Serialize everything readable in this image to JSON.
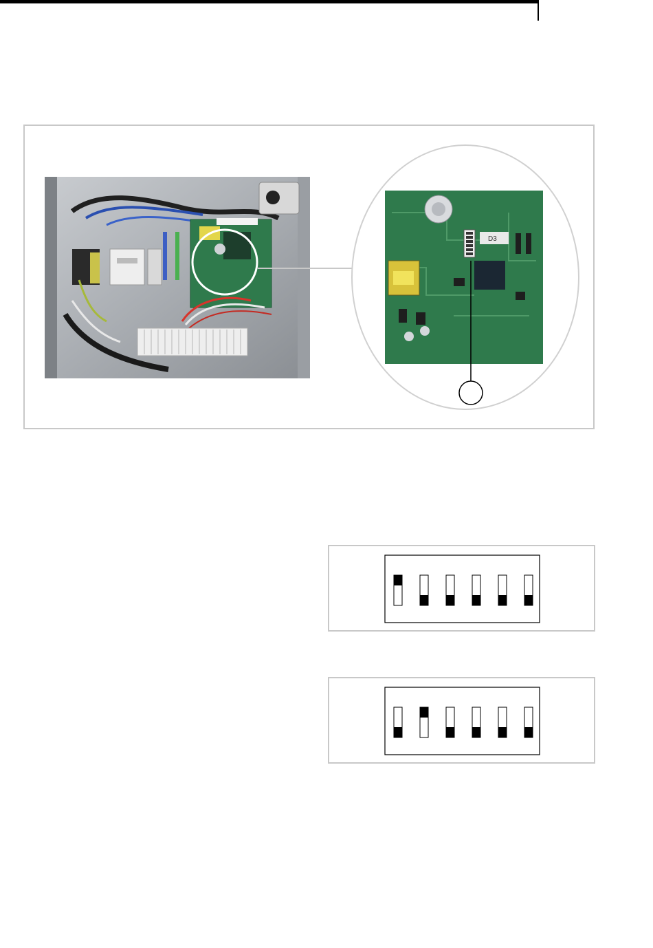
{
  "figure": {
    "zoom_callout_label": "",
    "board_label": "D3"
  },
  "dip_switches": [
    {
      "name": "setting-1",
      "states": [
        "on",
        "off",
        "off",
        "off",
        "off",
        "off"
      ]
    },
    {
      "name": "setting-2",
      "states": [
        "off",
        "on",
        "off",
        "off",
        "off",
        "off"
      ]
    }
  ],
  "colors": {
    "frame": "#c8c8c8",
    "pcb": "#2f7a4c",
    "circle": "#d0d0d0"
  }
}
